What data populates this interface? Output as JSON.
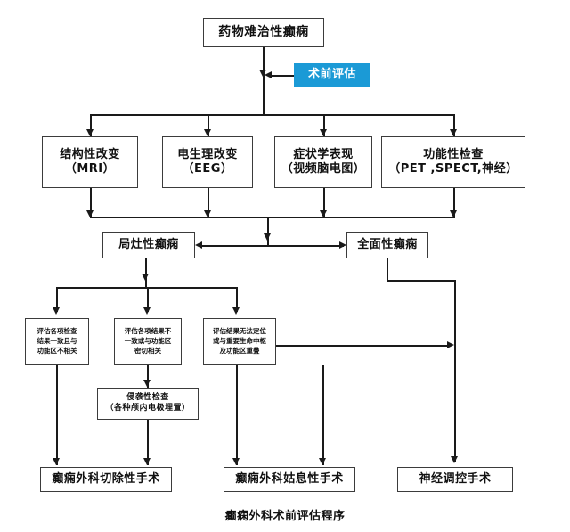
{
  "figure": {
    "caption": "癫痫外科术前评估程序",
    "colors": {
      "accent": "#1b9ad6",
      "line": "#1a1a1a",
      "box_border": "#3b3b3b",
      "background": "#ffffff",
      "text": "#111111",
      "accent_text": "#ffffff"
    }
  },
  "nodes": {
    "root": {
      "label": "药物难治性癫痫"
    },
    "preop": {
      "label": "术前评估"
    },
    "eval_structural": {
      "line1": "结构性改变",
      "line2": "（MRI）"
    },
    "eval_electro": {
      "line1": "电生理改变",
      "line2": "（EEG）"
    },
    "eval_semiology": {
      "line1": "症状学表现",
      "line2": "（视频脑电图）"
    },
    "eval_functional": {
      "line1": "功能性检查",
      "line2": "（PET ,SPECT,神经）"
    },
    "focal": {
      "label": "局灶性癫痫"
    },
    "generalized": {
      "label": "全面性癫痫"
    },
    "criteria_concordant": {
      "line1": "评估各项检查",
      "line2": "结果一致且与",
      "line3": "功能区不相关"
    },
    "criteria_discordant": {
      "line1": "评估各项结果不",
      "line2": "一致或与功能区",
      "line3": "密切相关"
    },
    "criteria_nonlocalizing": {
      "line1": "评估结果无法定位",
      "line2": "或与重要生命中枢",
      "line3": "及功能区重叠"
    },
    "invasive": {
      "line1": "侵袭性检查",
      "line2": "（各种颅内电极埋置）"
    },
    "resective": {
      "label": "癫痫外科切除性手术"
    },
    "palliative": {
      "label": "癫痫外科姑息性手术"
    },
    "neuromodulation": {
      "label": "神经调控手术"
    }
  }
}
